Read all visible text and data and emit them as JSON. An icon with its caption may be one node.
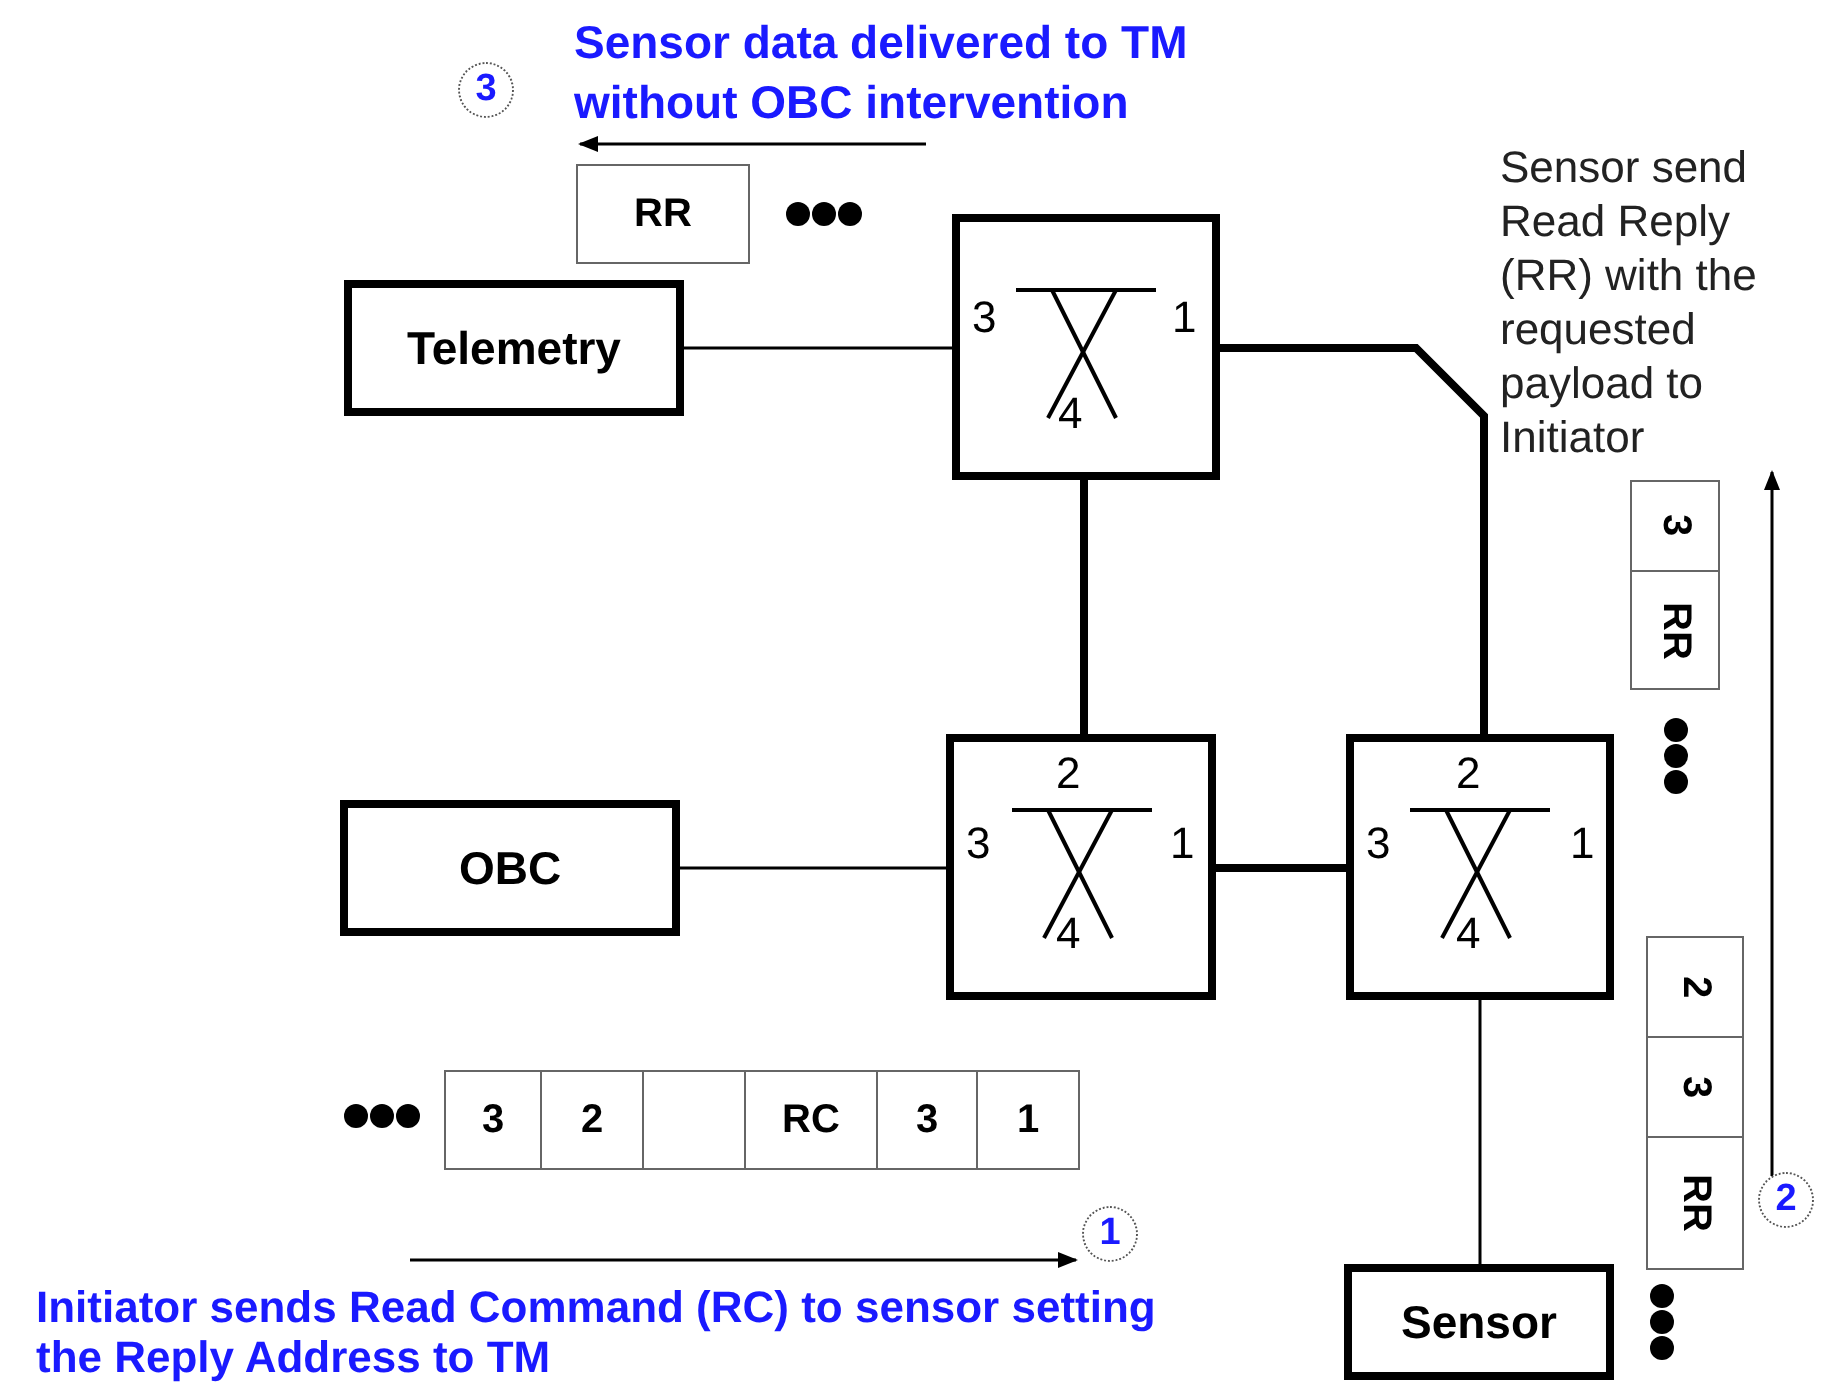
{
  "diagram": {
    "nodes": [
      {
        "text": [
          "Telemetry"
        ]
      },
      {
        "text": [
          "3",
          "1",
          "4"
        ]
      },
      {
        "text": [
          "OBC"
        ]
      },
      {
        "text": [
          "2",
          "3",
          "1",
          "4"
        ]
      },
      {
        "text": [
          "2",
          "3",
          "1",
          "4"
        ]
      },
      {
        "text": [
          "Sensor"
        ]
      }
    ],
    "edges": [
      {
        "from": 0,
        "to": 1,
        "arrow": "none"
      },
      {
        "from": 1,
        "to": 4,
        "arrow": "none",
        "style": "thick"
      },
      {
        "from": 1,
        "to": 3,
        "arrow": "none",
        "style": "thick"
      },
      {
        "from": 2,
        "to": 3,
        "arrow": "none"
      },
      {
        "from": 3,
        "to": 4,
        "arrow": "none",
        "style": "thick"
      },
      {
        "from": 4,
        "to": 5,
        "arrow": "none"
      }
    ],
    "labels": [
      "3",
      "Sensor data delivered to TM without OBC intervention",
      "Sensor send Read Reply (RR) with the requested payload to Initiator",
      "RR",
      "3",
      "RR",
      "2",
      "3",
      "RR",
      "3",
      "2",
      "RC",
      "3",
      "1",
      "2",
      "1",
      "Initiator sends Read Command (RC) to sensor setting the Reply Address to TM"
    ]
  }
}
